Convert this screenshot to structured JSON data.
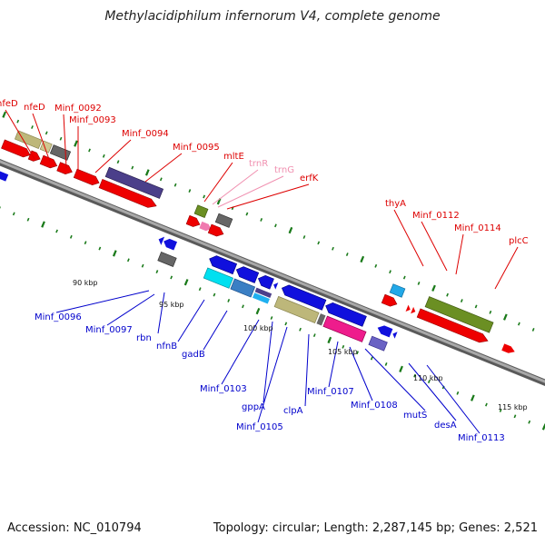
{
  "title": "Methylacidiphilum infernorum V4, complete genome",
  "footer": {
    "accession": "Accession: NC_010794",
    "summary": "Topology: circular; Length: 2,287,145 bp; Genes: 2,521"
  },
  "colors": {
    "forward_label": "#dd0000",
    "reverse_label": "#0000cc",
    "rna_label": "#f090b0",
    "backbone": "#888888",
    "tick": "#1a7a1a"
  },
  "ruler": [
    {
      "label": "90 kbp"
    },
    {
      "label": "95 kbp"
    },
    {
      "label": "100 kbp"
    },
    {
      "label": "105 kbp"
    },
    {
      "label": "110 kbp"
    },
    {
      "label": "115 kbp"
    }
  ],
  "top_labels": [
    {
      "text": "nfeD"
    },
    {
      "text": "nfeD"
    },
    {
      "text": "Minf_0092"
    },
    {
      "text": "Minf_0093"
    },
    {
      "text": "Minf_0094"
    },
    {
      "text": "Minf_0095"
    },
    {
      "text": "mltE"
    },
    {
      "text": "trnR"
    },
    {
      "text": "trnG"
    },
    {
      "text": "erfK"
    },
    {
      "text": "thyA"
    },
    {
      "text": "Minf_0112"
    },
    {
      "text": "Minf_0114"
    },
    {
      "text": "plcC"
    }
  ],
  "bottom_labels": [
    {
      "text": "Minf_0096"
    },
    {
      "text": "Minf_0097"
    },
    {
      "text": "rbn"
    },
    {
      "text": "nfnB"
    },
    {
      "text": "gadB"
    },
    {
      "text": "Minf_0103"
    },
    {
      "text": "gppA"
    },
    {
      "text": "Minf_0105"
    },
    {
      "text": "clpA"
    },
    {
      "text": "Minf_0107"
    },
    {
      "text": "Minf_0108"
    },
    {
      "text": "mutS"
    },
    {
      "text": "desA"
    },
    {
      "text": "Minf_0113"
    }
  ]
}
